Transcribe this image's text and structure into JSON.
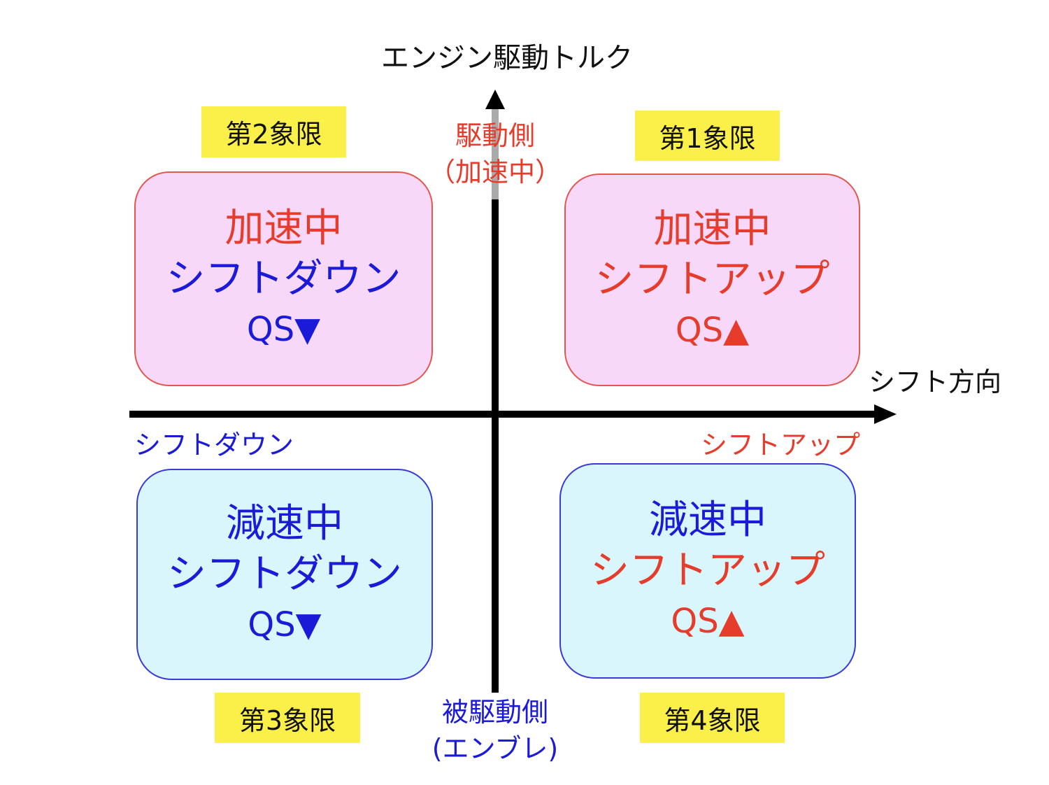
{
  "title": "エンジン駆動トルク",
  "axes": {
    "x_label": "シフト方向",
    "x_left": "シフトダウン",
    "x_right": "シフトアップ",
    "y_top": [
      "駆動側",
      "（加速中）"
    ],
    "y_bottom": [
      "被駆動側",
      "(エンブレ)"
    ]
  },
  "quadrants": [
    {
      "tag": "第1象限",
      "lines": [
        "加速中",
        "シフトアップ",
        "QS▲"
      ]
    },
    {
      "tag": "第2象限",
      "lines": [
        "加速中",
        "シフトダウン",
        "QS▼"
      ]
    },
    {
      "tag": "第3象限",
      "lines": [
        "減速中",
        "シフトダウン",
        "QS▼"
      ]
    },
    {
      "tag": "第4象限",
      "lines": [
        "減速中",
        "シフトアップ",
        "QS▲"
      ]
    }
  ],
  "colors": {
    "red": "#e63c2c",
    "blue": "#1a1ad8",
    "pink": "#f8d8f8",
    "cyan": "#d8f6fb",
    "yellow": "#fbf04a"
  }
}
